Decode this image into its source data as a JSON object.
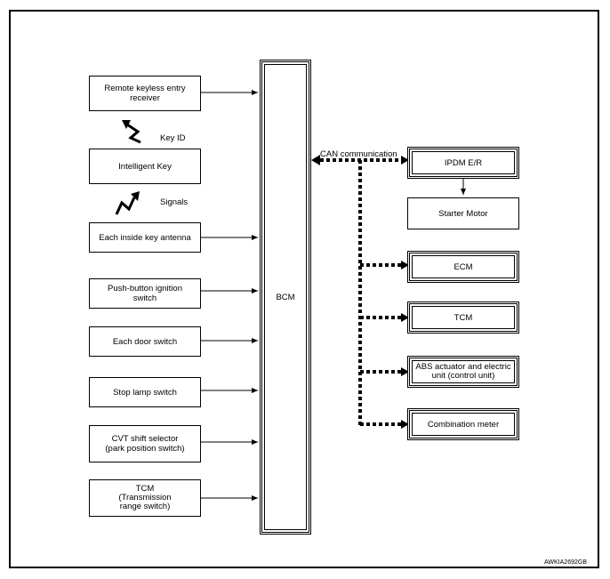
{
  "inputs": {
    "remote_keyless": "Remote keyless entry\nreceiver",
    "intelligent_key": "Intelligent Key",
    "inside_antenna": "Each inside key antenna",
    "push_button": "Push-button ignition\nswitch",
    "door_switch": "Each door switch",
    "stop_lamp": "Stop lamp switch",
    "cvt_selector": "CVT shift selector\n(park position switch)",
    "tcm_range": "TCM\n(Transmission\nrange switch)"
  },
  "labels": {
    "key_id": "Key ID",
    "signals": "Signals",
    "can": "CAN communication"
  },
  "bcm": "BCM",
  "outputs": {
    "ipdm": "IPDM E/R",
    "starter": "Starter Motor",
    "ecm": "ECM",
    "tcm": "TCM",
    "abs": "ABS actuator and electric\nunit (control unit)",
    "meter": "Combination meter"
  },
  "code": "AWKIA2692GB"
}
